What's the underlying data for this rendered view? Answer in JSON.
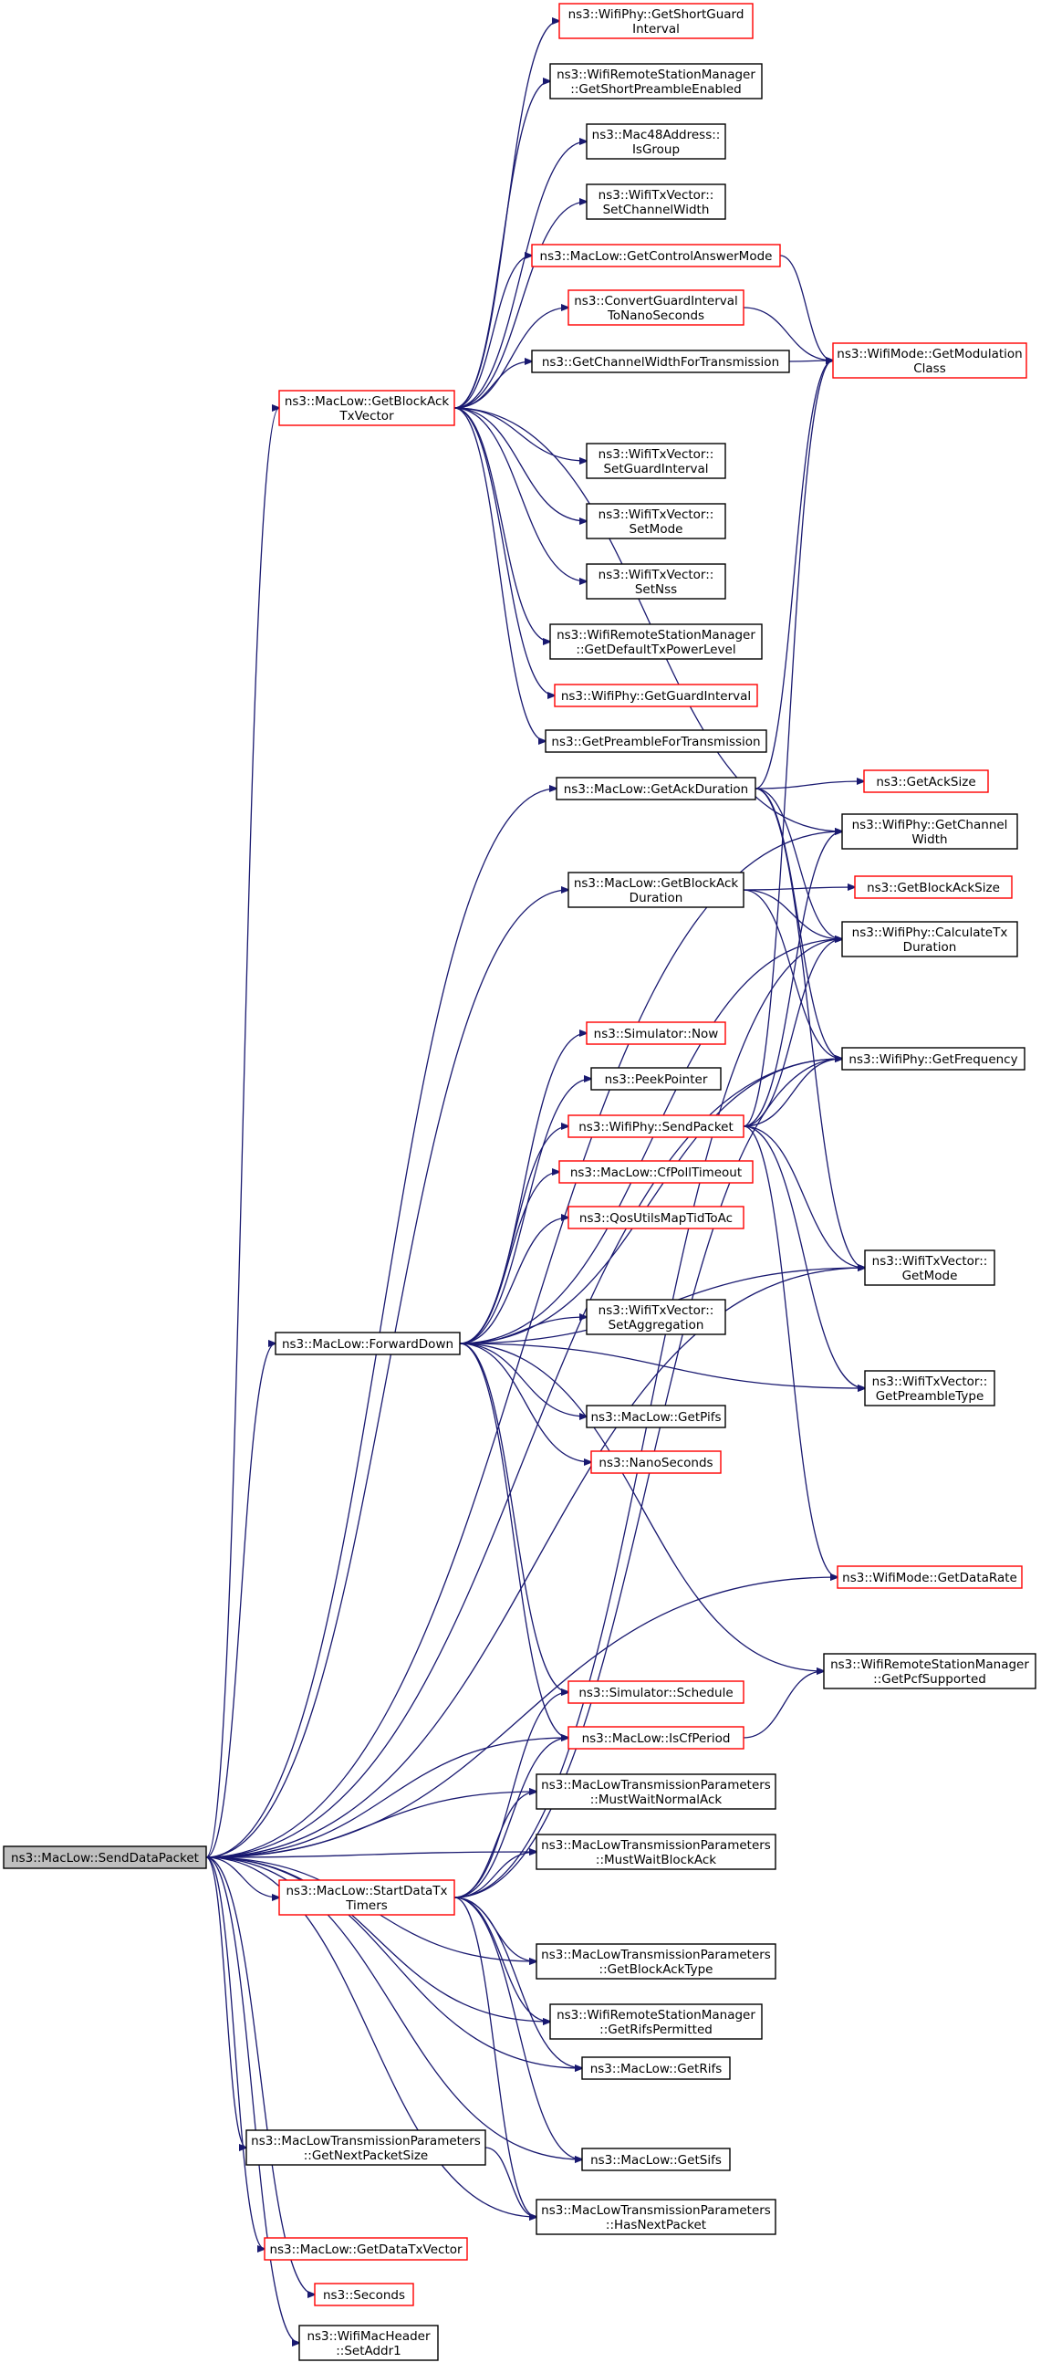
{
  "colors": {
    "edge": "#191970",
    "red_border": "#ff0000",
    "black_border": "#000000",
    "root_fill": "#bfbfbf"
  },
  "nodes": [
    {
      "id": "root",
      "lines": [
        "ns3::MacLow::SendDataPacket"
      ],
      "border": "root"
    },
    {
      "id": "getShortGuard",
      "lines": [
        "ns3::WifiPhy::GetShortGuard",
        "Interval"
      ],
      "border": "red"
    },
    {
      "id": "getShortPreamble",
      "lines": [
        "ns3::WifiRemoteStationManager",
        "::GetShortPreambleEnabled"
      ],
      "border": "black"
    },
    {
      "id": "isGroup",
      "lines": [
        "ns3::Mac48Address::",
        "IsGroup"
      ],
      "border": "black"
    },
    {
      "id": "setChannelWidth",
      "lines": [
        "ns3::WifiTxVector::",
        "SetChannelWidth"
      ],
      "border": "black"
    },
    {
      "id": "getControlAnswerMode",
      "lines": [
        "ns3::MacLow::GetControlAnswerMode"
      ],
      "border": "red"
    },
    {
      "id": "convertGuardInterval",
      "lines": [
        "ns3::ConvertGuardInterval",
        "ToNanoSeconds"
      ],
      "border": "red"
    },
    {
      "id": "getChannelWidthForTx",
      "lines": [
        "ns3::GetChannelWidthForTransmission"
      ],
      "border": "black"
    },
    {
      "id": "getModulationClass",
      "lines": [
        "ns3::WifiMode::GetModulation",
        "Class"
      ],
      "border": "red"
    },
    {
      "id": "getBlockAckTxVector",
      "lines": [
        "ns3::MacLow::GetBlockAck",
        "TxVector"
      ],
      "border": "red"
    },
    {
      "id": "setGuardInterval",
      "lines": [
        "ns3::WifiTxVector::",
        "SetGuardInterval"
      ],
      "border": "black"
    },
    {
      "id": "setMode",
      "lines": [
        "ns3::WifiTxVector::",
        "SetMode"
      ],
      "border": "black"
    },
    {
      "id": "setNss",
      "lines": [
        "ns3::WifiTxVector::",
        "SetNss"
      ],
      "border": "black"
    },
    {
      "id": "getDefaultTxPower",
      "lines": [
        "ns3::WifiRemoteStationManager",
        "::GetDefaultTxPowerLevel"
      ],
      "border": "black"
    },
    {
      "id": "getGuardInterval",
      "lines": [
        "ns3::WifiPhy::GetGuardInterval"
      ],
      "border": "red"
    },
    {
      "id": "getPreambleForTx",
      "lines": [
        "ns3::GetPreambleForTransmission"
      ],
      "border": "black"
    },
    {
      "id": "getAckDuration",
      "lines": [
        "ns3::MacLow::GetAckDuration"
      ],
      "border": "black"
    },
    {
      "id": "getAckSize",
      "lines": [
        "ns3::GetAckSize"
      ],
      "border": "red"
    },
    {
      "id": "getChannelWidth",
      "lines": [
        "ns3::WifiPhy::GetChannel",
        "Width"
      ],
      "border": "black"
    },
    {
      "id": "getBlockAckDuration",
      "lines": [
        "ns3::MacLow::GetBlockAck",
        "Duration"
      ],
      "border": "black"
    },
    {
      "id": "getBlockAckSize",
      "lines": [
        "ns3::GetBlockAckSize"
      ],
      "border": "red"
    },
    {
      "id": "calculateTxDuration",
      "lines": [
        "ns3::WifiPhy::CalculateTx",
        "Duration"
      ],
      "border": "black"
    },
    {
      "id": "simulatorNow",
      "lines": [
        "ns3::Simulator::Now"
      ],
      "border": "red"
    },
    {
      "id": "getFrequency",
      "lines": [
        "ns3::WifiPhy::GetFrequency"
      ],
      "border": "black"
    },
    {
      "id": "peekPointer",
      "lines": [
        "ns3::PeekPointer"
      ],
      "border": "black"
    },
    {
      "id": "sendPacket",
      "lines": [
        "ns3::WifiPhy::SendPacket"
      ],
      "border": "red"
    },
    {
      "id": "cfPollTimeout",
      "lines": [
        "ns3::MacLow::CfPollTimeout"
      ],
      "border": "red"
    },
    {
      "id": "qosUtils",
      "lines": [
        "ns3::QosUtilsMapTidToAc"
      ],
      "border": "red"
    },
    {
      "id": "getModeTxv",
      "lines": [
        "ns3::WifiTxVector::",
        "GetMode"
      ],
      "border": "black"
    },
    {
      "id": "forwardDown",
      "lines": [
        "ns3::MacLow::ForwardDown"
      ],
      "border": "black"
    },
    {
      "id": "setAggregation",
      "lines": [
        "ns3::WifiTxVector::",
        "SetAggregation"
      ],
      "border": "black"
    },
    {
      "id": "getPreambleType",
      "lines": [
        "ns3::WifiTxVector::",
        "GetPreambleType"
      ],
      "border": "black"
    },
    {
      "id": "getPifs",
      "lines": [
        "ns3::MacLow::GetPifs"
      ],
      "border": "black"
    },
    {
      "id": "nanoSeconds",
      "lines": [
        "ns3::NanoSeconds"
      ],
      "border": "red"
    },
    {
      "id": "getDataRate",
      "lines": [
        "ns3::WifiMode::GetDataRate"
      ],
      "border": "red"
    },
    {
      "id": "getPcfSupported",
      "lines": [
        "ns3::WifiRemoteStationManager",
        "::GetPcfSupported"
      ],
      "border": "black"
    },
    {
      "id": "simSchedule",
      "lines": [
        "ns3::Simulator::Schedule"
      ],
      "border": "red"
    },
    {
      "id": "isCfPeriod",
      "lines": [
        "ns3::MacLow::IsCfPeriod"
      ],
      "border": "red"
    },
    {
      "id": "mustWaitNormalAck",
      "lines": [
        "ns3::MacLowTransmissionParameters",
        "::MustWaitNormalAck"
      ],
      "border": "black"
    },
    {
      "id": "mustWaitBlockAck",
      "lines": [
        "ns3::MacLowTransmissionParameters",
        "::MustWaitBlockAck"
      ],
      "border": "black"
    },
    {
      "id": "startDataTxTimers",
      "lines": [
        "ns3::MacLow::StartDataTx",
        "Timers"
      ],
      "border": "red"
    },
    {
      "id": "getBlockAckType",
      "lines": [
        "ns3::MacLowTransmissionParameters",
        "::GetBlockAckType"
      ],
      "border": "black"
    },
    {
      "id": "getRifsPermitted",
      "lines": [
        "ns3::WifiRemoteStationManager",
        "::GetRifsPermitted"
      ],
      "border": "black"
    },
    {
      "id": "getRifs",
      "lines": [
        "ns3::MacLow::GetRifs"
      ],
      "border": "black"
    },
    {
      "id": "getNextPacketSize",
      "lines": [
        "ns3::MacLowTransmissionParameters",
        "::GetNextPacketSize"
      ],
      "border": "black"
    },
    {
      "id": "getSifs",
      "lines": [
        "ns3::MacLow::GetSifs"
      ],
      "border": "black"
    },
    {
      "id": "hasNextPacket",
      "lines": [
        "ns3::MacLowTransmissionParameters",
        "::HasNextPacket"
      ],
      "border": "black"
    },
    {
      "id": "getDataTxVector",
      "lines": [
        "ns3::MacLow::GetDataTxVector"
      ],
      "border": "red"
    },
    {
      "id": "seconds",
      "lines": [
        "ns3::Seconds"
      ],
      "border": "red"
    },
    {
      "id": "setAddr1",
      "lines": [
        "ns3::WifiMacHeader",
        "::SetAddr1"
      ],
      "border": "black"
    }
  ],
  "edges": [
    [
      "root",
      "getBlockAckTxVector"
    ],
    [
      "root",
      "getAckDuration"
    ],
    [
      "root",
      "getChannelWidth"
    ],
    [
      "root",
      "getBlockAckDuration"
    ],
    [
      "root",
      "getFrequency"
    ],
    [
      "root",
      "forwardDown"
    ],
    [
      "root",
      "getModeTxv"
    ],
    [
      "root",
      "getDataRate"
    ],
    [
      "root",
      "isCfPeriod"
    ],
    [
      "root",
      "mustWaitNormalAck"
    ],
    [
      "root",
      "mustWaitBlockAck"
    ],
    [
      "root",
      "startDataTxTimers"
    ],
    [
      "root",
      "getBlockAckType"
    ],
    [
      "root",
      "getRifsPermitted"
    ],
    [
      "root",
      "getRifs"
    ],
    [
      "root",
      "getNextPacketSize"
    ],
    [
      "root",
      "getSifs"
    ],
    [
      "root",
      "hasNextPacket"
    ],
    [
      "root",
      "getDataTxVector"
    ],
    [
      "root",
      "seconds"
    ],
    [
      "root",
      "setAddr1"
    ],
    [
      "getBlockAckTxVector",
      "getShortGuard"
    ],
    [
      "getBlockAckTxVector",
      "getShortPreamble"
    ],
    [
      "getBlockAckTxVector",
      "isGroup"
    ],
    [
      "getBlockAckTxVector",
      "setChannelWidth"
    ],
    [
      "getBlockAckTxVector",
      "getControlAnswerMode"
    ],
    [
      "getBlockAckTxVector",
      "convertGuardInterval"
    ],
    [
      "getBlockAckTxVector",
      "getChannelWidthForTx"
    ],
    [
      "getBlockAckTxVector",
      "getChannelWidth"
    ],
    [
      "getBlockAckTxVector",
      "setGuardInterval"
    ],
    [
      "getBlockAckTxVector",
      "setMode"
    ],
    [
      "getBlockAckTxVector",
      "setNss"
    ],
    [
      "getBlockAckTxVector",
      "getDefaultTxPower"
    ],
    [
      "getBlockAckTxVector",
      "getGuardInterval"
    ],
    [
      "getBlockAckTxVector",
      "getPreambleForTx"
    ],
    [
      "getControlAnswerMode",
      "getModulationClass"
    ],
    [
      "convertGuardInterval",
      "getModulationClass"
    ],
    [
      "getChannelWidthForTx",
      "getModulationClass"
    ],
    [
      "getAckDuration",
      "getAckSize"
    ],
    [
      "getAckDuration",
      "getModulationClass"
    ],
    [
      "getAckDuration",
      "calculateTxDuration"
    ],
    [
      "getAckDuration",
      "getFrequency"
    ],
    [
      "getAckDuration",
      "getModeTxv"
    ],
    [
      "getBlockAckDuration",
      "getBlockAckSize"
    ],
    [
      "getBlockAckDuration",
      "calculateTxDuration"
    ],
    [
      "getBlockAckDuration",
      "getFrequency"
    ],
    [
      "forwardDown",
      "calculateTxDuration"
    ],
    [
      "forwardDown",
      "simulatorNow"
    ],
    [
      "forwardDown",
      "peekPointer"
    ],
    [
      "forwardDown",
      "getFrequency"
    ],
    [
      "forwardDown",
      "sendPacket"
    ],
    [
      "forwardDown",
      "cfPollTimeout"
    ],
    [
      "forwardDown",
      "qosUtils"
    ],
    [
      "forwardDown",
      "setAggregation"
    ],
    [
      "forwardDown",
      "getModeTxv"
    ],
    [
      "forwardDown",
      "getPifs"
    ],
    [
      "forwardDown",
      "nanoSeconds"
    ],
    [
      "forwardDown",
      "getPreambleType"
    ],
    [
      "forwardDown",
      "getPcfSupported"
    ],
    [
      "forwardDown",
      "simSchedule"
    ],
    [
      "forwardDown",
      "isCfPeriod"
    ],
    [
      "sendPacket",
      "getModulationClass"
    ],
    [
      "sendPacket",
      "getChannelWidth"
    ],
    [
      "sendPacket",
      "calculateTxDuration"
    ],
    [
      "sendPacket",
      "getFrequency"
    ],
    [
      "sendPacket",
      "getModeTxv"
    ],
    [
      "sendPacket",
      "getPreambleType"
    ],
    [
      "sendPacket",
      "getDataRate"
    ],
    [
      "isCfPeriod",
      "getPcfSupported"
    ],
    [
      "startDataTxTimers",
      "calculateTxDuration"
    ],
    [
      "startDataTxTimers",
      "getFrequency"
    ],
    [
      "startDataTxTimers",
      "simSchedule"
    ],
    [
      "startDataTxTimers",
      "isCfPeriod"
    ],
    [
      "startDataTxTimers",
      "mustWaitNormalAck"
    ],
    [
      "startDataTxTimers",
      "mustWaitBlockAck"
    ],
    [
      "startDataTxTimers",
      "getBlockAckType"
    ],
    [
      "startDataTxTimers",
      "getRifsPermitted"
    ],
    [
      "startDataTxTimers",
      "getRifs"
    ],
    [
      "startDataTxTimers",
      "getSifs"
    ],
    [
      "startDataTxTimers",
      "hasNextPacket"
    ],
    [
      "getNextPacketSize",
      "hasNextPacket"
    ]
  ]
}
